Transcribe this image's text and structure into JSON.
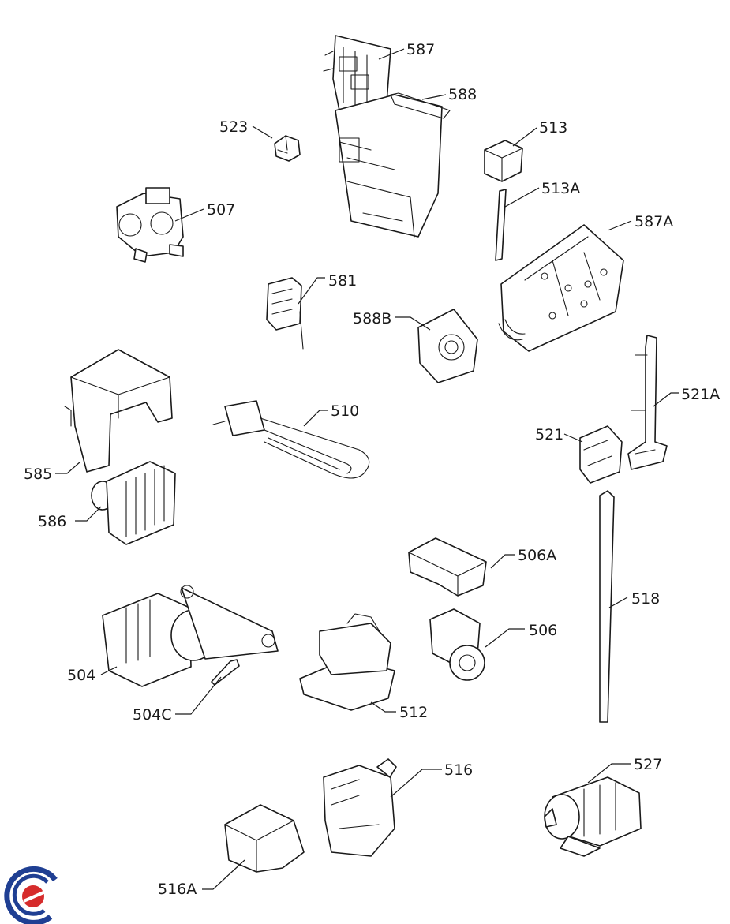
{
  "labels": {
    "l587": "587",
    "l588": "588",
    "l523": "523",
    "l513": "513",
    "l513a": "513A",
    "l507": "507",
    "l587a": "587A",
    "l581": "581",
    "l588b": "588B",
    "l585": "585",
    "l510": "510",
    "l521": "521",
    "l521a": "521A",
    "l586": "586",
    "l506a": "506A",
    "l518": "518",
    "l506": "506",
    "l504": "504",
    "l504c": "504C",
    "l512": "512",
    "l516": "516",
    "l527": "527",
    "l516a": "516A"
  },
  "colors": {
    "line": "#1a1a1a",
    "logo_blue": "#1f3f93",
    "logo_red": "#d62c2c"
  }
}
